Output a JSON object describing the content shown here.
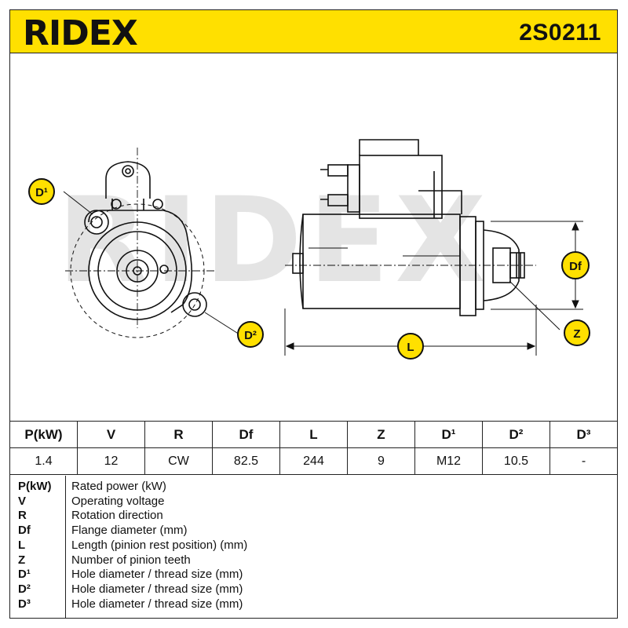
{
  "header": {
    "brand": "RIDEX",
    "part_number": "2S0211",
    "accent_color": "#ffe000"
  },
  "drawing": {
    "callouts": {
      "d1": "D¹",
      "d2": "D²",
      "df": "Df",
      "z": "Z",
      "l": "L"
    },
    "watermark": "RIDEX"
  },
  "specs": {
    "headers": [
      "P(kW)",
      "V",
      "R",
      "Df",
      "L",
      "Z",
      "D¹",
      "D²",
      "D³"
    ],
    "values": [
      "1.4",
      "12",
      "CW",
      "82.5",
      "244",
      "9",
      "M12",
      "10.5",
      "-"
    ]
  },
  "legend": [
    {
      "key": "P(kW)",
      "desc": "Rated power (kW)"
    },
    {
      "key": "V",
      "desc": "Operating voltage"
    },
    {
      "key": "R",
      "desc": "Rotation direction"
    },
    {
      "key": "Df",
      "desc": "Flange diameter (mm)"
    },
    {
      "key": "L",
      "desc": "Length (pinion rest position) (mm)"
    },
    {
      "key": "Z",
      "desc": "Number of pinion teeth"
    },
    {
      "key": "D¹",
      "desc": "Hole diameter / thread size (mm)"
    },
    {
      "key": "D²",
      "desc": "Hole diameter / thread size (mm)"
    },
    {
      "key": "D³",
      "desc": "Hole diameter / thread size (mm)"
    }
  ]
}
